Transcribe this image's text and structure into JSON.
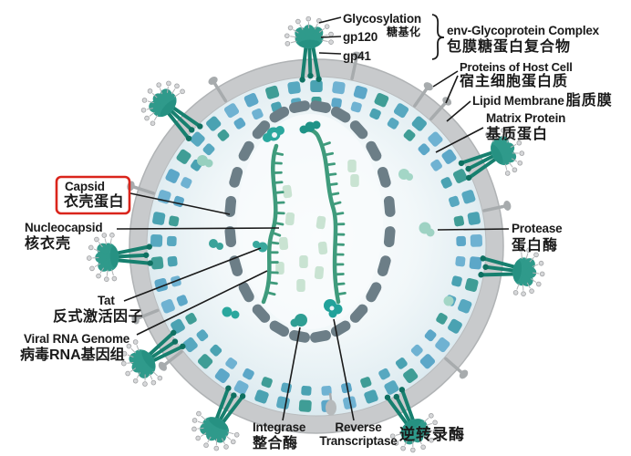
{
  "diagram": {
    "labels": {
      "glycosylation": {
        "en": "Glycosylation",
        "zh": "糖基化"
      },
      "gp120": {
        "en": "gp120"
      },
      "gp41": {
        "en": "gp41"
      },
      "env_glycoprotein_complex": {
        "en": "env-Glycoprotein Complex",
        "zh": "包膜糖蛋白复合物"
      },
      "proteins_of_host_cell": {
        "en": "Proteins of Host Cell",
        "zh": "宿主细胞蛋白质"
      },
      "lipid_membrane": {
        "en": "Lipid Membrane",
        "zh": "脂质膜"
      },
      "matrix_protein": {
        "en": "Matrix Protein",
        "zh": "基质蛋白"
      },
      "capsid": {
        "en": "Capsid",
        "zh": "衣壳蛋白",
        "highlighted": true
      },
      "nucleocapsid": {
        "en": "Nucleocapsid",
        "zh": "核衣壳"
      },
      "protease": {
        "en": "Protease",
        "zh": "蛋白酶"
      },
      "tat": {
        "en": "Tat",
        "zh": "反式激活因子"
      },
      "viral_rna_genome": {
        "en": "Viral RNA Genome",
        "zh": "病毒RNA基因组"
      },
      "integrase": {
        "en": "Integrase",
        "zh": "整合酶"
      },
      "reverse_transcriptase": {
        "en": "Reverse Transcriptase",
        "zh": "逆转录酶"
      }
    },
    "colors": {
      "membrane": "#c8cacc",
      "matrix_blue": "#5ca7c8",
      "matrix_teal": "#3f9d96",
      "capsid_block": "#6c7e87",
      "rna_green": "#3f9b7c",
      "nucleocapsid_pale": "#c9e3d2",
      "spike_head": "#2f9a8b",
      "spike_leg": "#17806f",
      "highlight_box": "#da251c",
      "label_text": "#1a1a1a"
    }
  }
}
